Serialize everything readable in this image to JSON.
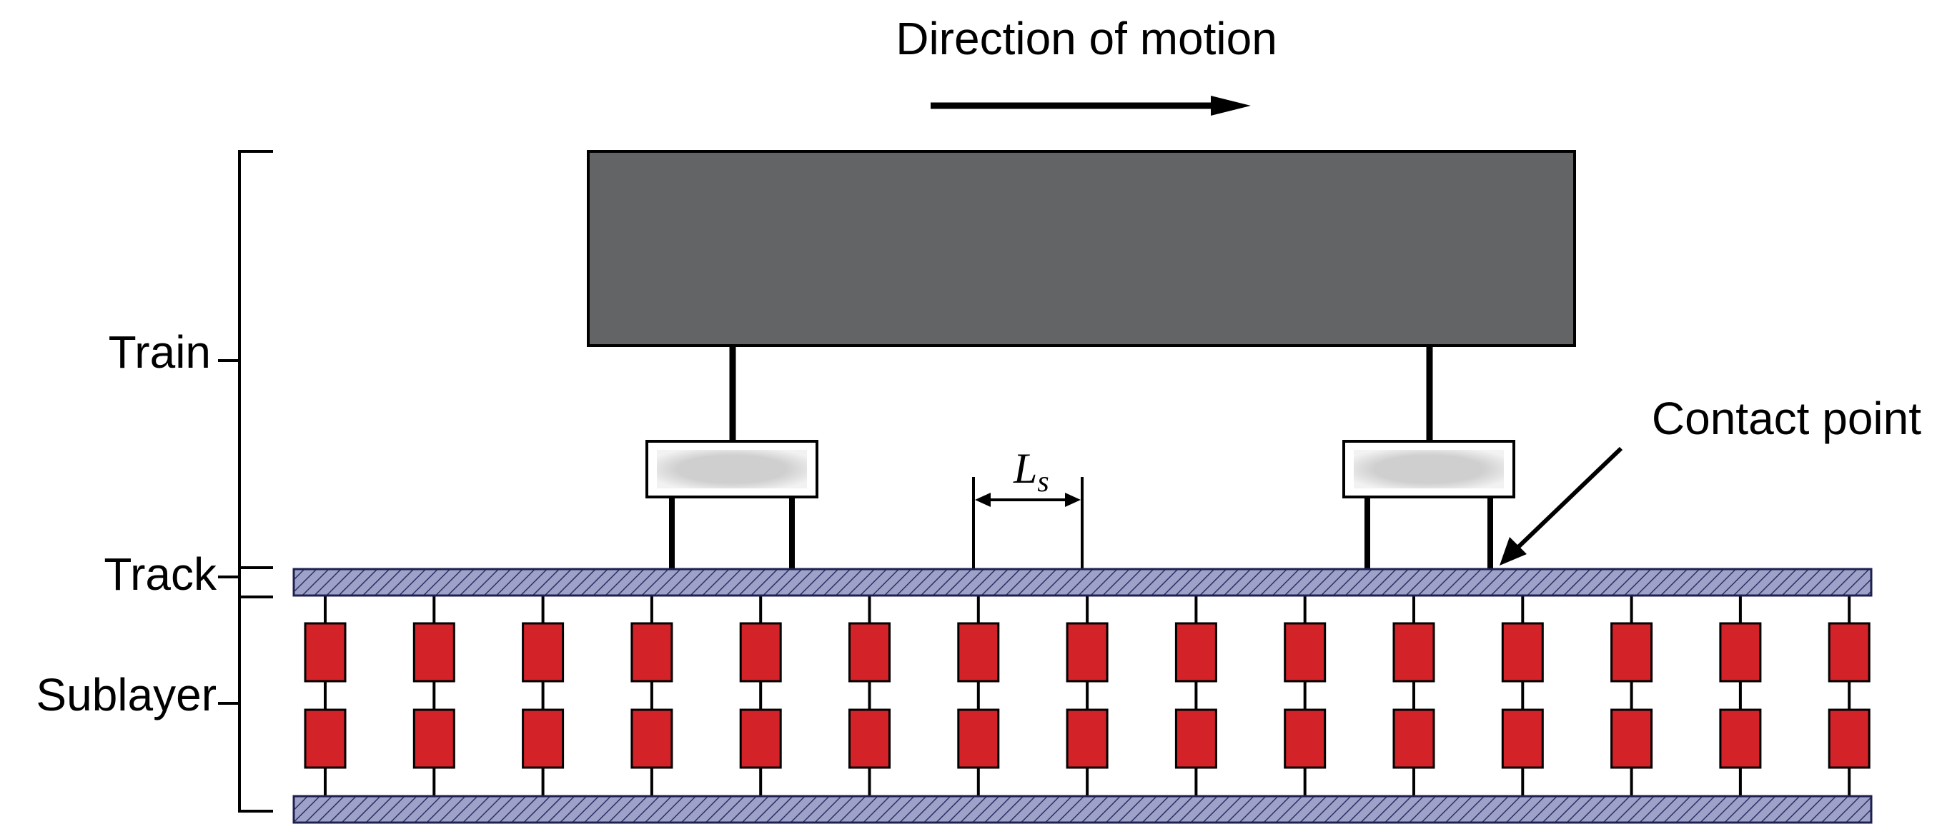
{
  "labels": {
    "direction": "Direction of motion",
    "train": "Train",
    "track": "Track",
    "sublayer": "Sublayer",
    "contact": "Contact point",
    "spacing_main": "L",
    "spacing_sub": "s"
  },
  "colors": {
    "car_body": "#636466",
    "bogie_fill": "#d2d2d2",
    "rail_fill": "#9ea2c8",
    "spring_fill": "#d32228",
    "line": "#000000"
  },
  "support_count": 15
}
